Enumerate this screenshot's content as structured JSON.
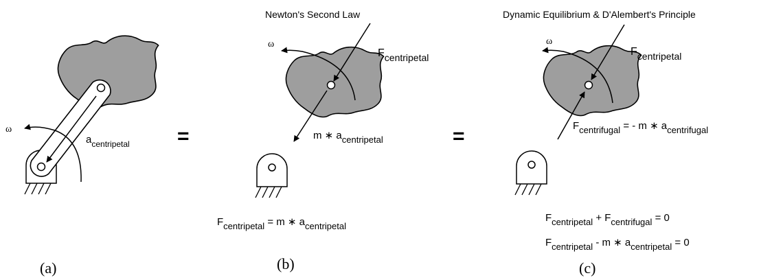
{
  "panel_a": {
    "omega": "ω",
    "accel": {
      "main": "a",
      "sub": "centripetal"
    },
    "caption": "(a)"
  },
  "equals_1": "=",
  "panel_b": {
    "title": "Newton's Second Law",
    "omega": "ω",
    "force": {
      "main": "F",
      "sub": "centripetal"
    },
    "inertia": {
      "pre": "m ∗ a",
      "sub": "centripetal"
    },
    "equation": {
      "f": "F",
      "f_sub": "centripetal",
      "mid": " = m ∗ a",
      "a_sub": "centripetal"
    },
    "caption": "(b)"
  },
  "equals_2": "=",
  "panel_c": {
    "title": "Dynamic Equilibrium & D'Alembert's Principle",
    "omega": "ω",
    "force": {
      "main": "F",
      "sub": "centripetal"
    },
    "centrifugal": {
      "f": "F",
      "f_sub": "centrifugal",
      "mid": " = - m ∗ a",
      "a_sub": "centrifugal"
    },
    "eq1": {
      "f1": "F",
      "f1_sub": "centripetal",
      "plus": " + F",
      "f2_sub": "centrifugal",
      "end": "  = 0"
    },
    "eq2": {
      "f": "F",
      "f_sub": "centripetal",
      "mid": " - m ∗ a",
      "a_sub": "centripetal",
      "end": " = 0"
    },
    "caption": "(c)"
  },
  "colors": {
    "body_fill": "#9e9e9e",
    "line": "#000000",
    "background": "#ffffff"
  }
}
